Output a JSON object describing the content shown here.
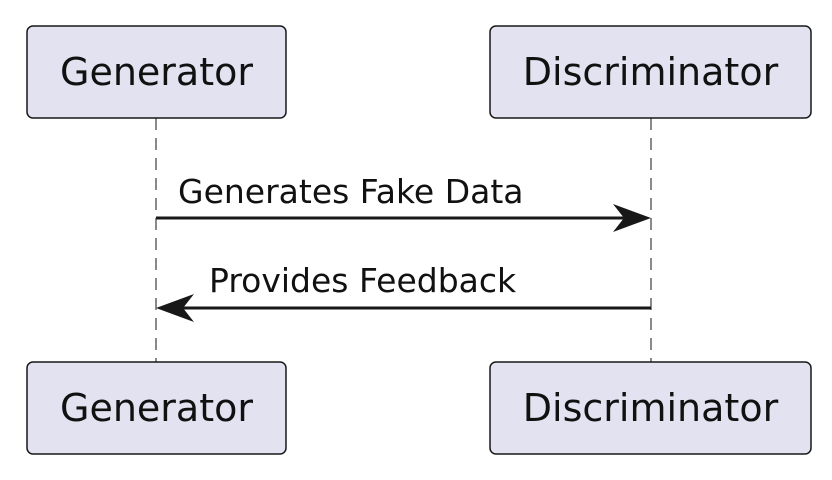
{
  "participants": {
    "generator": {
      "name": "Generator"
    },
    "discriminator": {
      "name": "Discriminator"
    }
  },
  "messages": [
    {
      "from": "generator",
      "to": "discriminator",
      "label": "Generates Fake Data"
    },
    {
      "from": "discriminator",
      "to": "generator",
      "label": "Provides Feedback"
    }
  ],
  "colors": {
    "participant_fill": "#e2e2f0",
    "participant_border": "#181818",
    "lifeline": "#8a8a8a",
    "arrow": "#181818"
  }
}
